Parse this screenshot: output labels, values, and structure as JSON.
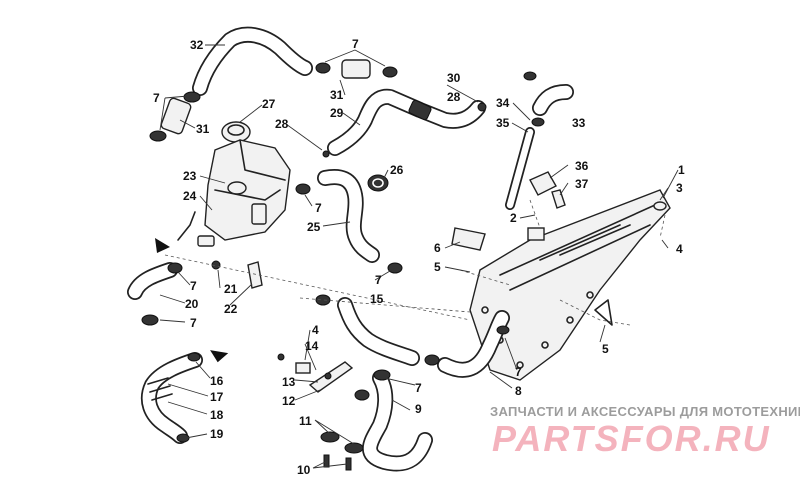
{
  "callouts": [
    "1",
    "2",
    "3",
    "4",
    "5",
    "6",
    "7",
    "8",
    "9",
    "10",
    "11",
    "12",
    "13",
    "14",
    "15",
    "16",
    "17",
    "18",
    "19",
    "20",
    "21",
    "22",
    "23",
    "24",
    "25",
    "26",
    "27",
    "28",
    "29",
    "30",
    "31",
    "32",
    "33",
    "34",
    "35",
    "36",
    "37"
  ],
  "watermark": {
    "caption": "ЗАПЧАСТИ И АКСЕССУАРЫ ДЛЯ МОТОТЕХНИКИ",
    "logo": "PARTSFOR.RU"
  }
}
